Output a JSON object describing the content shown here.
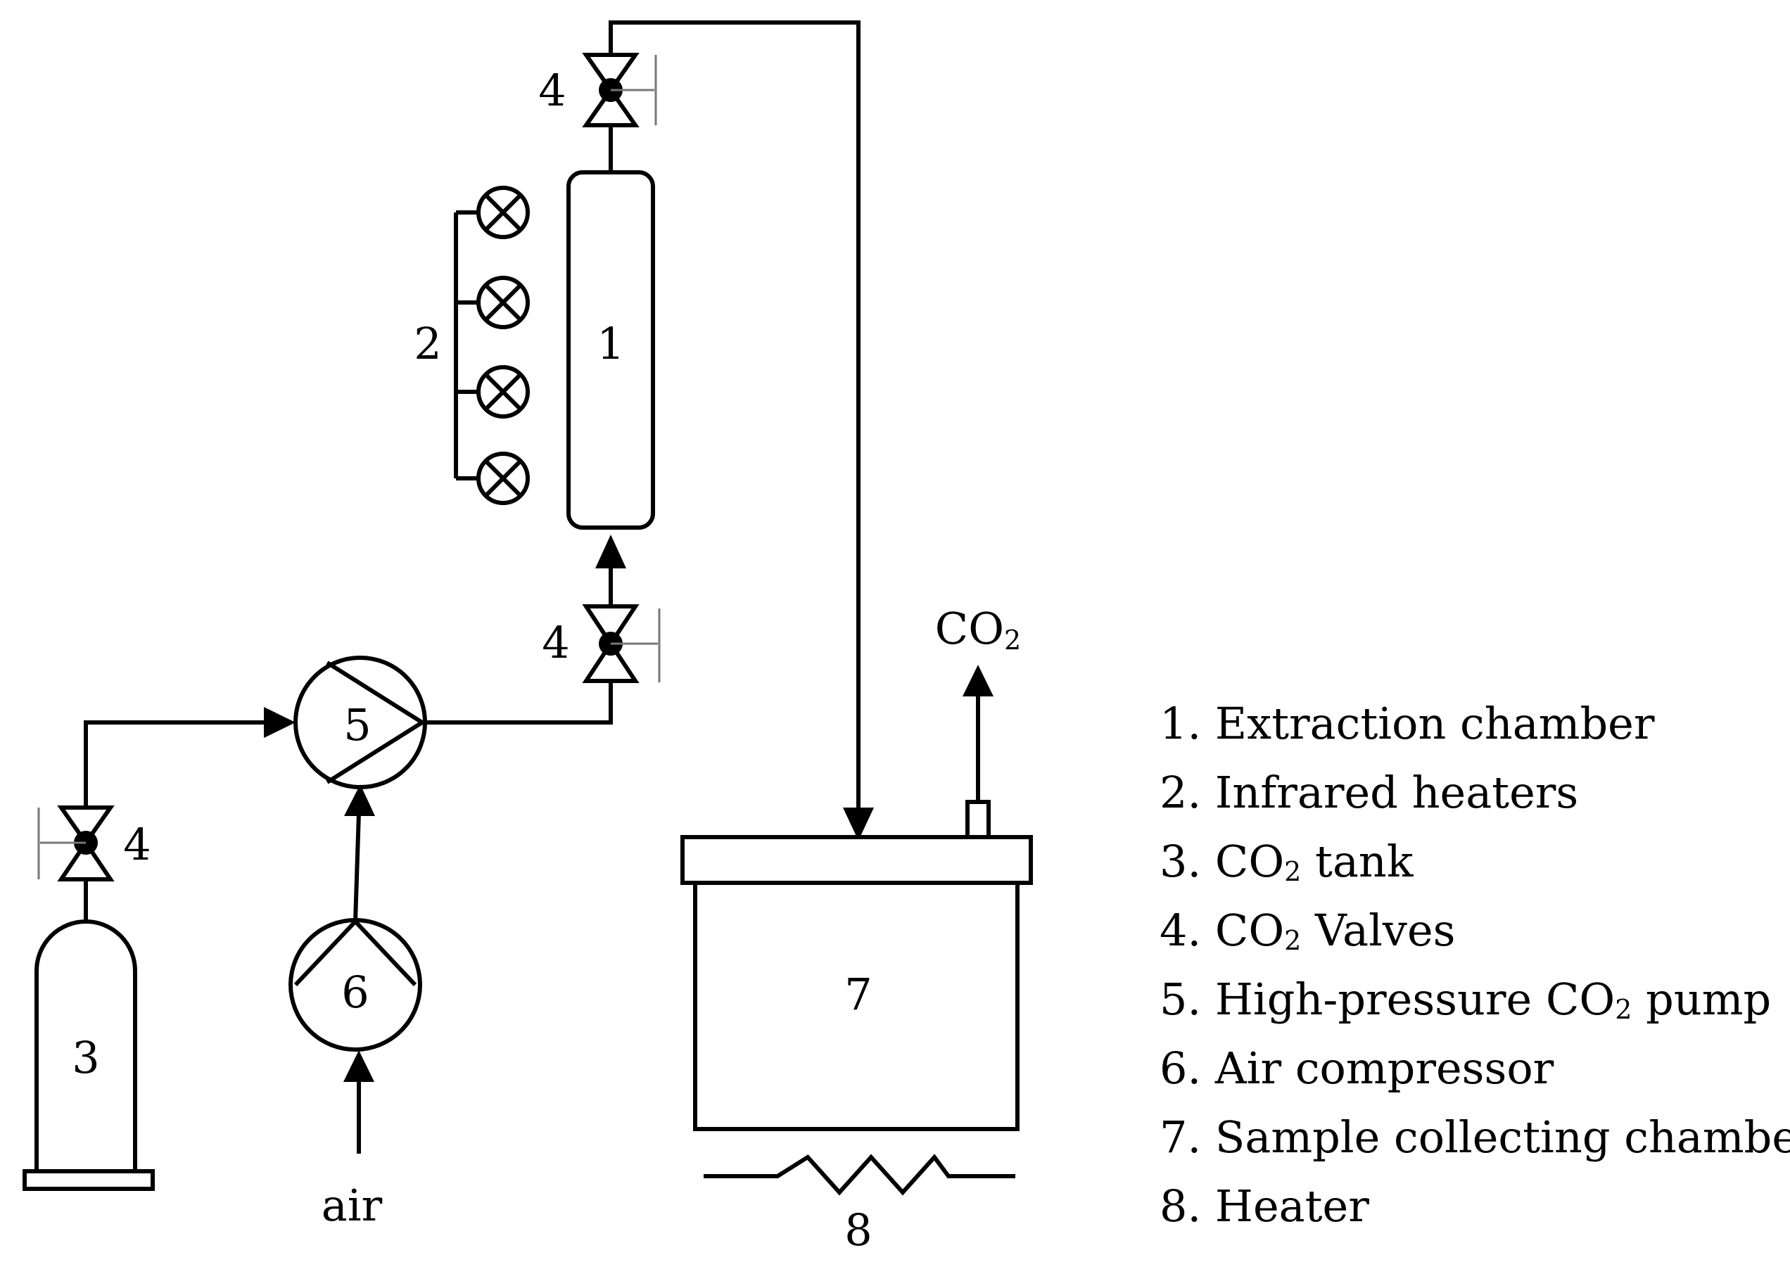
{
  "labels": {
    "chamber": "1",
    "heaters": "2",
    "tank": "3",
    "valve_top": "4",
    "valve_mid": "4",
    "valve_left": "4",
    "pump": "5",
    "compressor": "6",
    "collector": "7",
    "heater": "8",
    "air": "air",
    "co2_outlet": "CO",
    "co2_outlet_sub": "2"
  },
  "legend": [
    {
      "id": "leg-1",
      "prefix": "1. ",
      "co2": false,
      "text": "Extraction chamber"
    },
    {
      "id": "leg-2",
      "prefix": "2. ",
      "co2": false,
      "text": "Infrared heaters"
    },
    {
      "id": "leg-3",
      "prefix": "3. ",
      "co2": true,
      "co": "CO",
      "sub": "2",
      "text": " tank"
    },
    {
      "id": "leg-4",
      "prefix": "4. ",
      "co2": true,
      "co": "CO",
      "sub": "2",
      "text": " Valves"
    },
    {
      "id": "leg-5",
      "prefix": "5. High-pressure ",
      "co2": true,
      "co": "CO",
      "sub": "2",
      "text": " pump"
    },
    {
      "id": "leg-6",
      "prefix": "6. ",
      "co2": false,
      "text": "Air compressor"
    },
    {
      "id": "leg-7",
      "prefix": "7. ",
      "co2": false,
      "text": "Sample collecting chamber"
    },
    {
      "id": "leg-8",
      "prefix": "8. ",
      "co2": false,
      "text": "Heater"
    }
  ]
}
